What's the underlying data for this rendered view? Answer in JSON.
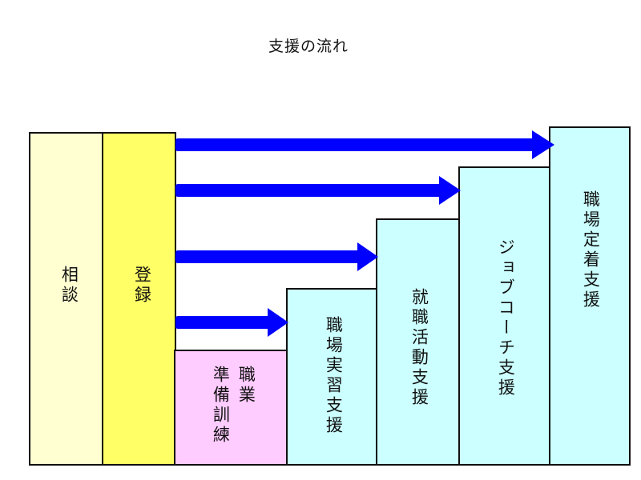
{
  "title": "支援の流れ",
  "colors": {
    "consult": "#ffffd2",
    "register": "#ffff66",
    "training": "#ffccff",
    "support": "#ccffff",
    "arrow": "#0000ff",
    "border": "#111111"
  },
  "boxes": {
    "consult": {
      "label": "相談"
    },
    "register": {
      "label": "登録"
    },
    "training": {
      "label_1": "職業",
      "label_2": "準備訓練"
    },
    "workplace_practice": {
      "label": "職場実習支援"
    },
    "job_activity": {
      "label": "就職活動支援"
    },
    "job_coach": {
      "label": "ジョブコーチ支援"
    },
    "retention": {
      "label": "職場定着支援"
    }
  }
}
